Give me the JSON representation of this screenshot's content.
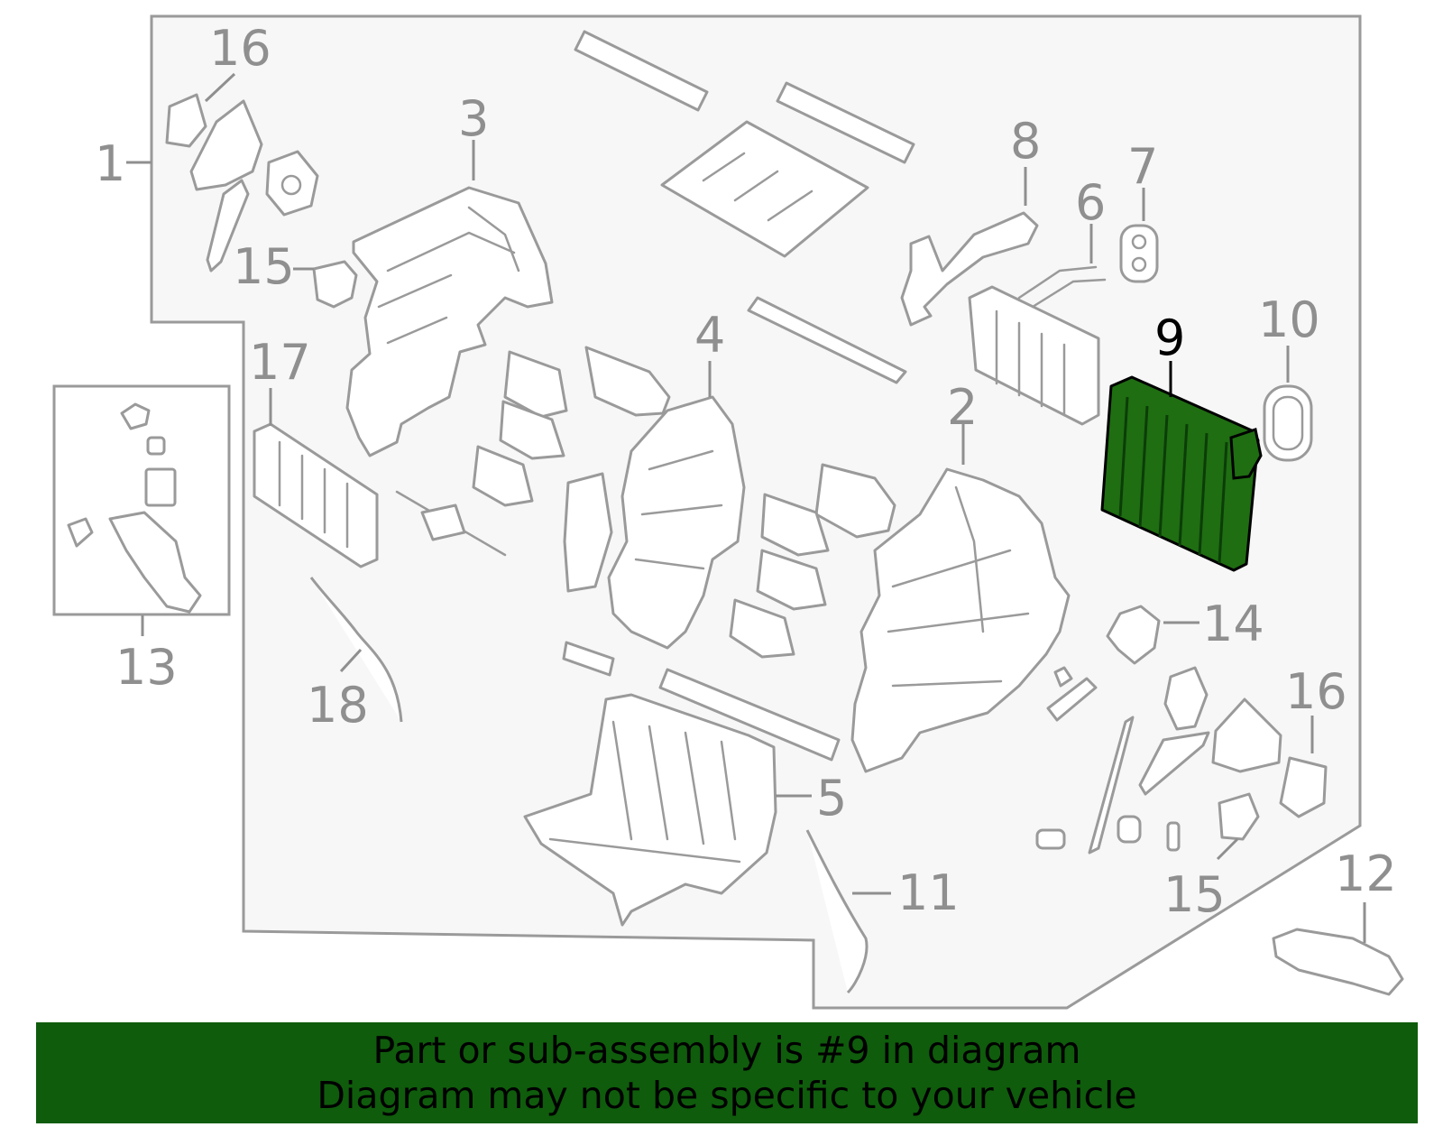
{
  "diagram": {
    "callouts": [
      {
        "id": "1",
        "label": "1"
      },
      {
        "id": "2",
        "label": "2"
      },
      {
        "id": "3",
        "label": "3"
      },
      {
        "id": "4",
        "label": "4"
      },
      {
        "id": "5",
        "label": "5"
      },
      {
        "id": "6",
        "label": "6"
      },
      {
        "id": "7",
        "label": "7"
      },
      {
        "id": "8",
        "label": "8"
      },
      {
        "id": "9",
        "label": "9"
      },
      {
        "id": "10",
        "label": "10"
      },
      {
        "id": "11",
        "label": "11"
      },
      {
        "id": "12",
        "label": "12"
      },
      {
        "id": "13",
        "label": "13"
      },
      {
        "id": "14",
        "label": "14"
      },
      {
        "id": "15a",
        "label": "15"
      },
      {
        "id": "15b",
        "label": "15"
      },
      {
        "id": "16a",
        "label": "16"
      },
      {
        "id": "16b",
        "label": "16"
      },
      {
        "id": "17",
        "label": "17"
      },
      {
        "id": "18",
        "label": "18"
      }
    ],
    "highlighted_part": "9",
    "colors": {
      "highlight": "#1f6e12",
      "banner": "#0f5c0c",
      "background_panel": "#f7f7f7",
      "line": "#9a9a9a"
    }
  },
  "banner": {
    "line1": "Part or sub-assembly is #9 in diagram",
    "line2": "Diagram may not be specific to your vehicle"
  }
}
